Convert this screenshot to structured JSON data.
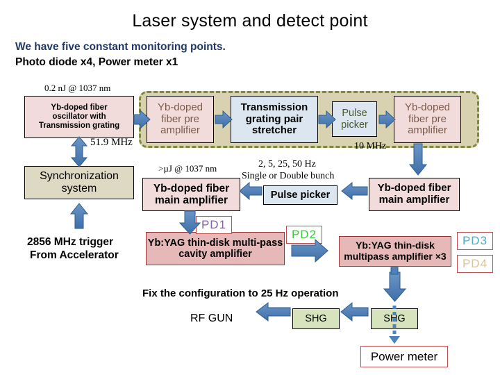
{
  "header": {
    "title": "Laser system and detect point",
    "line1": "We have five constant monitoring points.",
    "line2": "Photo diode x4,  Power meter x1"
  },
  "annotations": {
    "energy_osc": "0.2 nJ @ 1037 nm",
    "rep_rate_osc": "51.9 MHz",
    "rep_rate_pre": "10 MHz",
    "energy_main": ">µJ @ 1037 nm",
    "pulse_rates": "2, 5, 25, 50 Hz",
    "bunch": "Single or Double bunch",
    "trigger1": "2856 MHz trigger",
    "trigger2": "From Accelerator",
    "fix_config": "Fix the configuration to 25 Hz operation"
  },
  "nodes": {
    "oscillator": "Yb-doped fiber oscillator with Transmission grating",
    "oscillator_l1": "Yb-doped fiber",
    "oscillator_l2": "oscillator with",
    "oscillator_l3": "Transmission grating",
    "pre_amp_1": "Yb-doped fiber  pre amplifier",
    "stretcher": "Transmission grating pair stretcher",
    "pulse_picker_top": "Pulse picker",
    "pre_amp_2": "Yb-doped fiber  pre amplifier",
    "sync_system": "Synchronization system",
    "main_amp_left": "Yb-doped fiber main amplifier",
    "pulse_picker_mid": "Pulse picker",
    "main_amp_right": "Yb-doped fiber main amplifier",
    "thin_disk_cavity": "Yb:YAG thin-disk multi-pass cavity amplifier",
    "thin_disk_multipass": "Yb:YAG thin-disk multipass amplifier ×3",
    "rf_gun": "RF GUN",
    "shg_left": "SHG",
    "shg_right": "SHG",
    "power_meter": "Power meter"
  },
  "detectors": [
    {
      "id": "pd1",
      "label": "PD1",
      "color": "#8064A2"
    },
    {
      "id": "pd2",
      "label": "PD2",
      "color": "#3FC93F"
    },
    {
      "id": "pd3",
      "label": "PD3",
      "color": "#4BACC6"
    },
    {
      "id": "pd4",
      "label": "PD4",
      "color": "#D9C39A"
    }
  ],
  "colors": {
    "accent_blue": "#4F81BD",
    "arrow_stroke": "#2E5C8A",
    "group_border": "#7E8B3E",
    "group_fill": "#D9D2B0",
    "pink_fill": "#F2DCDB",
    "blue_fill": "#DCE6F1",
    "khaki_fill": "#DDD9C3",
    "salmon_fill": "#E6B8B7",
    "green_fill": "#D6E3BC",
    "red_border": "#C0504D",
    "heading_blue": "#1F3864"
  }
}
